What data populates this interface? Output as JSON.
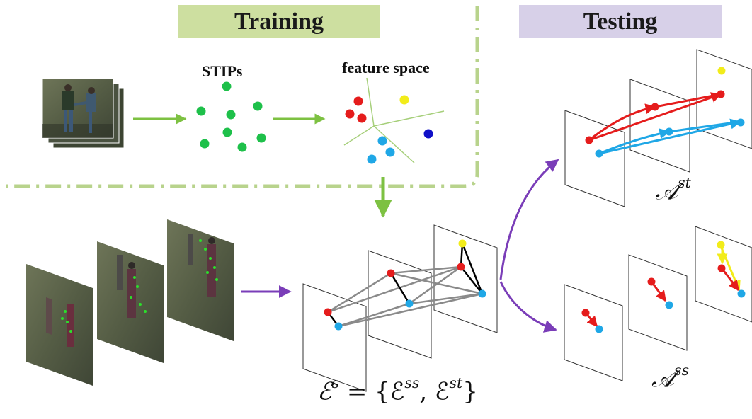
{
  "headers": {
    "training": "Training",
    "testing": "Testing"
  },
  "labels": {
    "stips": "STIPs",
    "feature_space": "feature space",
    "a_st_symbol": "𝒜",
    "a_st_sup": "st",
    "a_ss_symbol": "𝒜",
    "a_ss_sup": "ss",
    "es_symbol": "ℰ",
    "es_sup": "s",
    "es_rest": " = {ℰ",
    "es_sup2": "ss",
    "es_mid": ", ℰ",
    "es_sup3": "st",
    "es_end": "}"
  },
  "colors": {
    "training_banner": "#cddfa0",
    "testing_banner": "#d7d0e8",
    "green_arrow": "#7dc142",
    "purple_arrow": "#7a3db8",
    "stip_green": "#1ec04a",
    "red": "#e51c1c",
    "yellow": "#f2ec1a",
    "cyan": "#1fa7e6",
    "blue": "#1010c8",
    "graph_gray": "#8a8a8a",
    "graph_black": "#000000"
  }
}
